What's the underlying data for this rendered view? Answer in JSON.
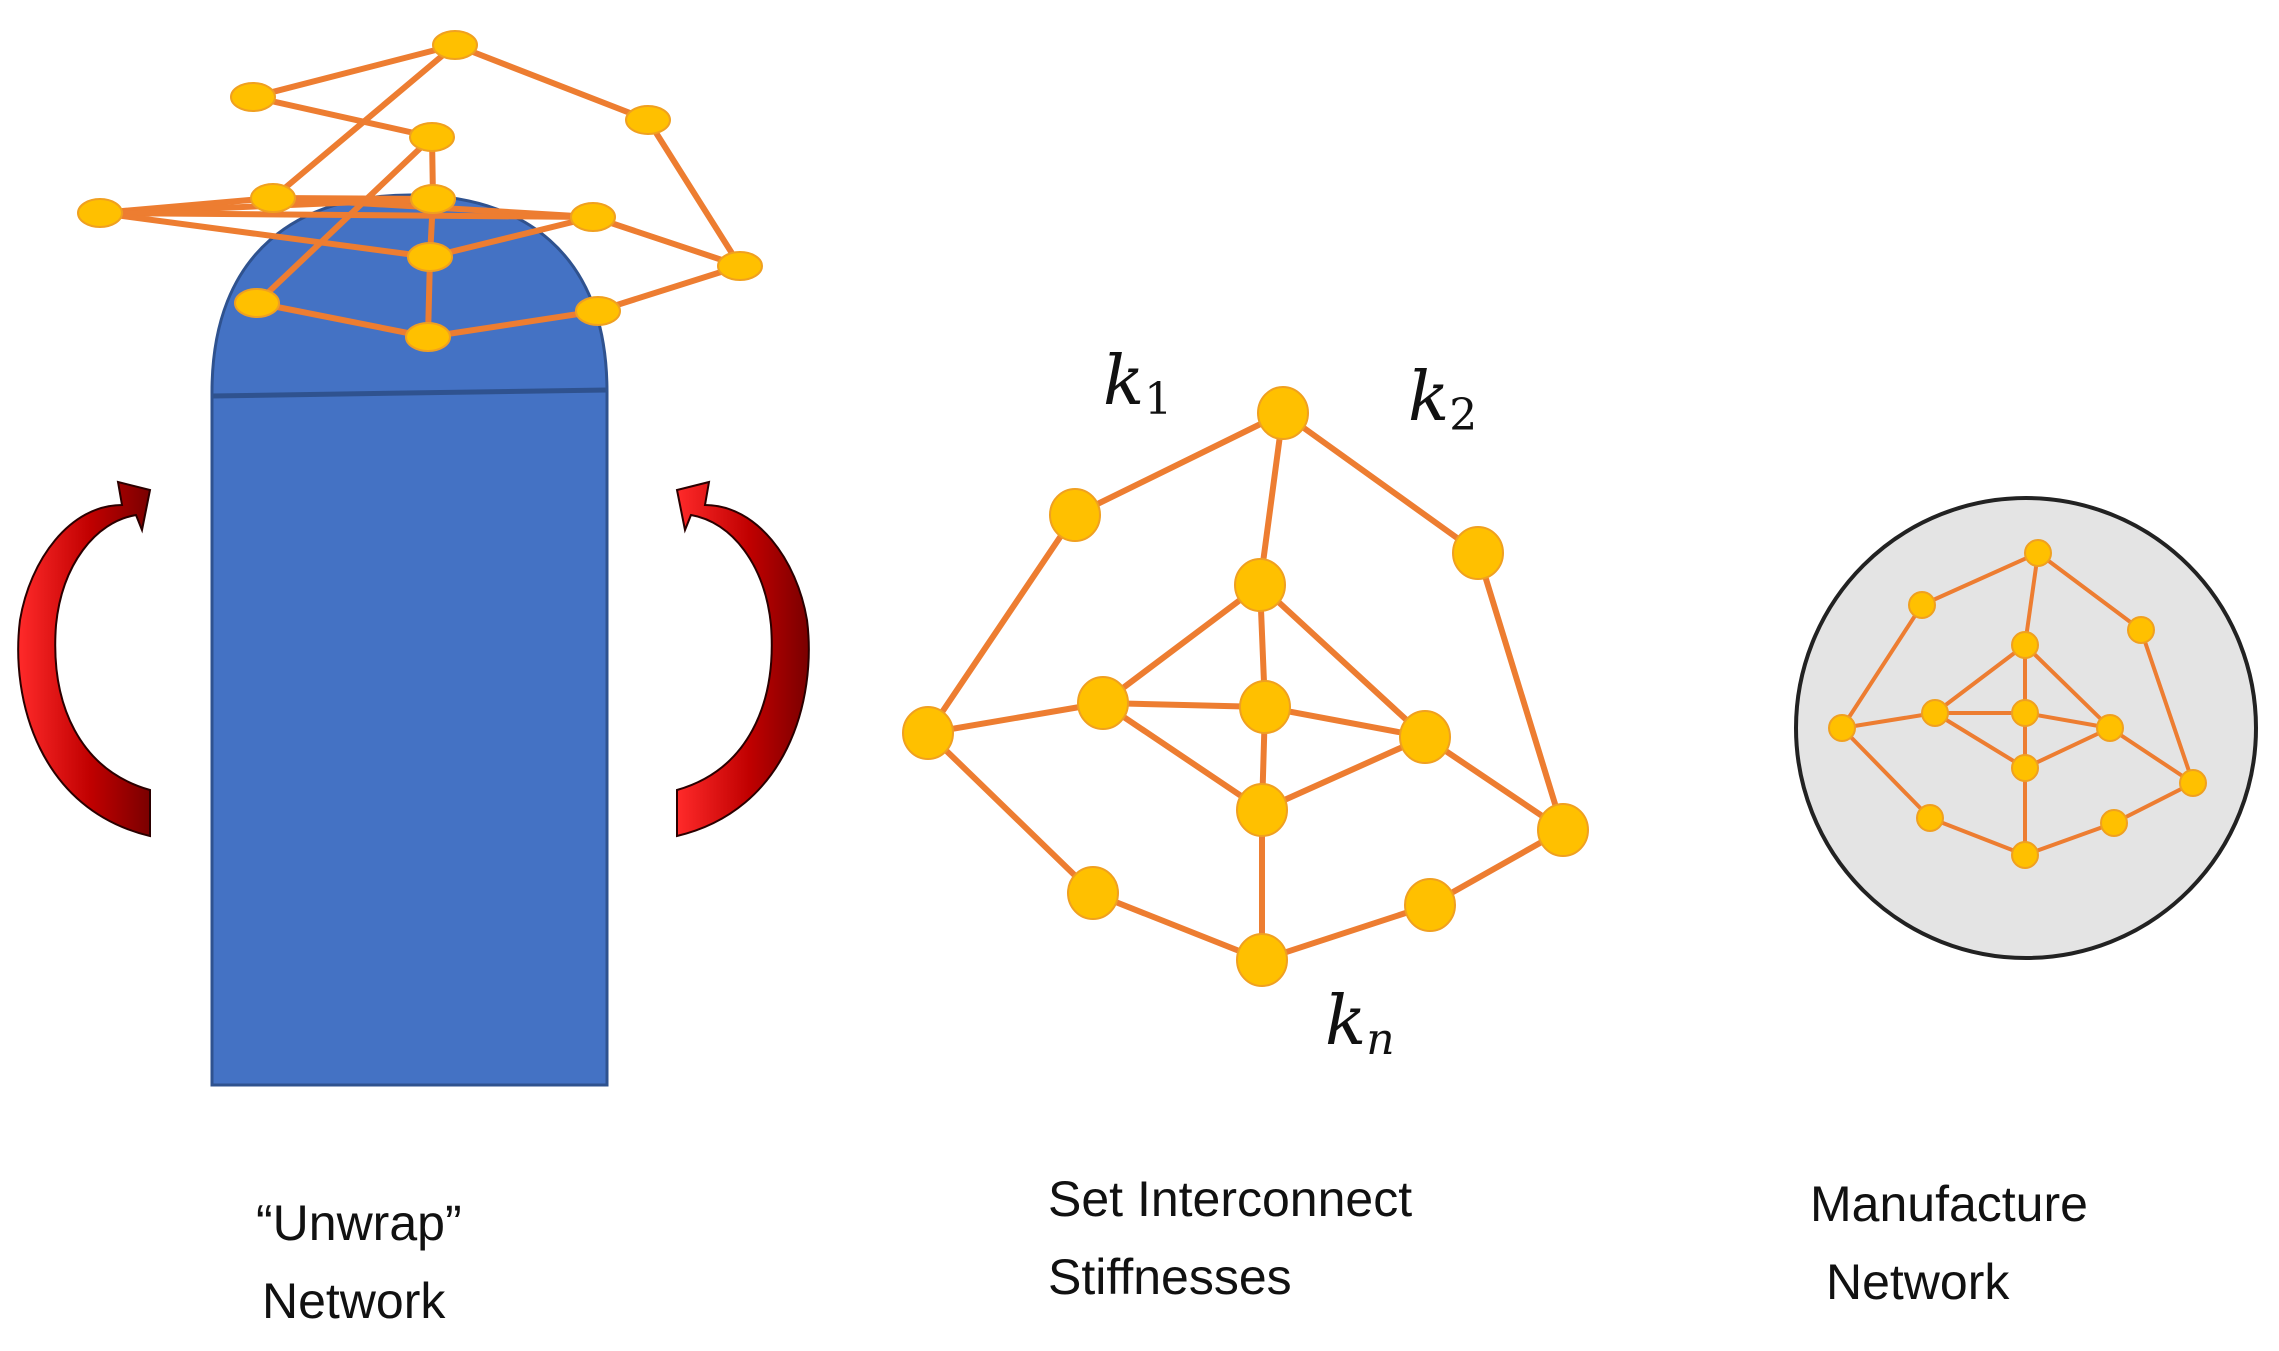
{
  "captions": {
    "unwrap_line1": "“Unwrap”",
    "unwrap_line2": "Network",
    "stiff_line1": "Set Interconnect",
    "stiff_line2": "Stiffnesses",
    "manu_line1": "Manufacture",
    "manu_line2": "Network"
  },
  "stiffness_labels": {
    "k1": {
      "base": "k",
      "sub": "1"
    },
    "k2": {
      "base": "k",
      "sub": "2"
    },
    "kn": {
      "base": "k",
      "sub": "n"
    }
  },
  "colors": {
    "node_fill": "#ffc000",
    "node_stroke": "#f0a020",
    "edge": "#ed7d31",
    "dome": "#4472c4",
    "dome_edge": "#2f528f",
    "arrow": "#d40000",
    "disk_fill": "#e4e4e4",
    "disk_stroke": "#222222"
  }
}
